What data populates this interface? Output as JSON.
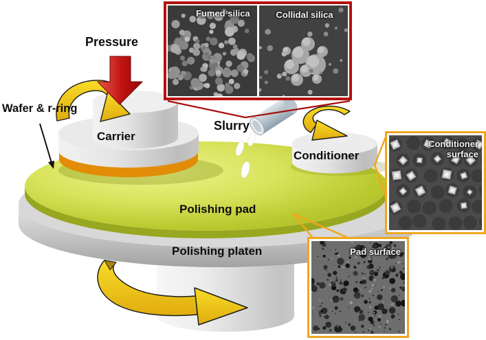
{
  "labels": {
    "pressure": "Pressure",
    "wafer_ring": "Wafer & r-ring",
    "carrier": "Carrier",
    "slurry": "Slurry",
    "conditioner": "Conditioner",
    "polishing_pad": "Polishing pad",
    "polishing_platen": "Polishing platen"
  },
  "insets": {
    "slurry_particles": {
      "left_label": "Fumed silica",
      "right_label": "Collidal silica",
      "border_color": "#b3120f"
    },
    "conditioner_surface": {
      "label": "Conditioner surface",
      "border_color": "#f0a61e"
    },
    "pad_surface": {
      "label": "Pad surface",
      "border_color": "#f0a61e"
    }
  },
  "colors": {
    "pad_top": "#c8d73c",
    "pad_side": "#97a71f",
    "platen": "#c9c9c9",
    "rotation_arrow": "#eec81c",
    "pressure_arrow": "#c81412",
    "retaining_ring": "#e28c07",
    "slurry_drop": "#ffffff"
  }
}
